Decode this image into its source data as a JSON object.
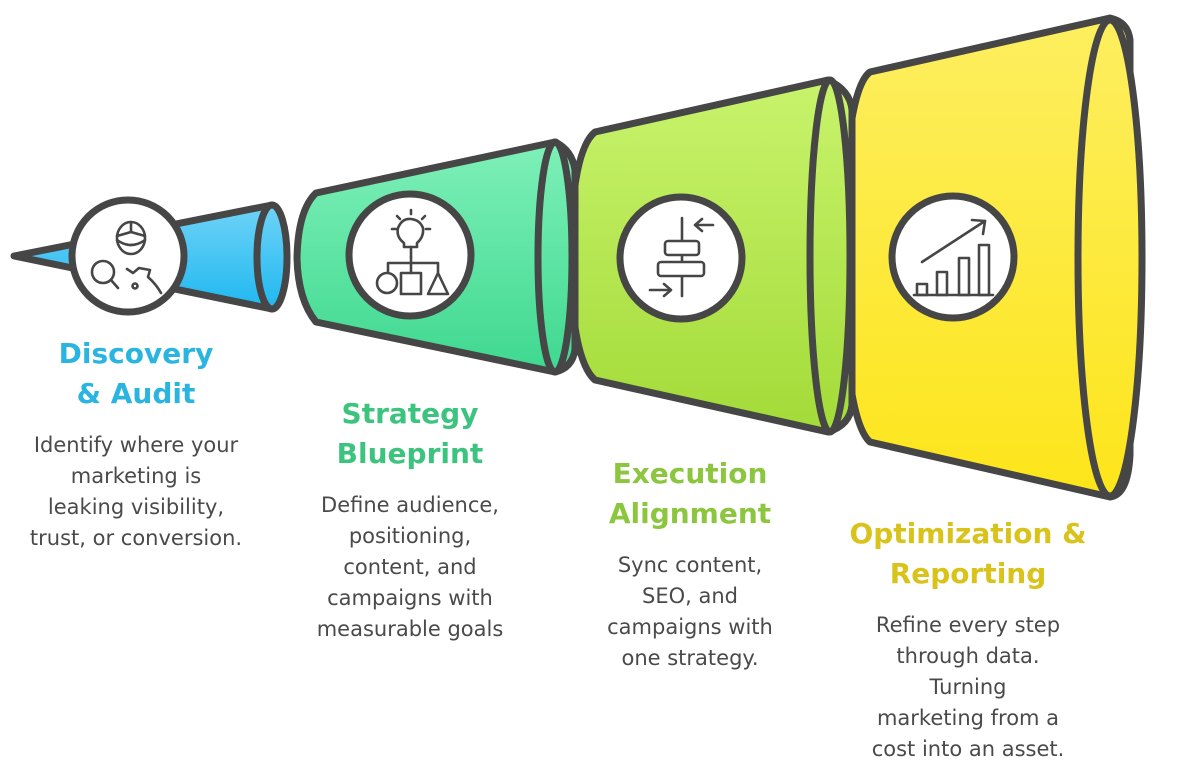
{
  "diagram": {
    "type": "funnel-progression",
    "stages": [
      {
        "title_line1": "Discovery",
        "title_line2": "& Audit",
        "desc_lines": [
          "Identify where your",
          "marketing is",
          "leaking visibility,",
          "trust, or conversion."
        ],
        "icon": "magnifier-audit-icon",
        "color": "#2ab4e0",
        "fill_top": "#6fd3f7",
        "fill_bottom": "#1fb8f0"
      },
      {
        "title_line1": "Strategy",
        "title_line2": "Blueprint",
        "desc_lines": [
          "Define audience,",
          "positioning,",
          "content, and",
          "campaigns with",
          "measurable goals"
        ],
        "icon": "lightbulb-flowchart-icon",
        "color": "#3cc47f",
        "fill_top": "#7ef0b8",
        "fill_bottom": "#3fd890"
      },
      {
        "title_line1": "Execution",
        "title_line2": "Alignment",
        "desc_lines": [
          "Sync content,",
          "SEO, and",
          "campaigns with",
          "one strategy."
        ],
        "icon": "align-arrows-icon",
        "color": "#8cc63f",
        "fill_top": "#c8f36c",
        "fill_bottom": "#a3db38"
      },
      {
        "title_line1": "Optimization &",
        "title_line2": "Reporting",
        "desc_lines": [
          "Refine every step",
          "through data.",
          "Turning",
          "marketing from a",
          "cost into an asset."
        ],
        "icon": "growth-chart-icon",
        "color": "#d9c31a",
        "fill_top": "#fdee60",
        "fill_bottom": "#fde51a"
      }
    ],
    "outline_color": "#464646"
  }
}
